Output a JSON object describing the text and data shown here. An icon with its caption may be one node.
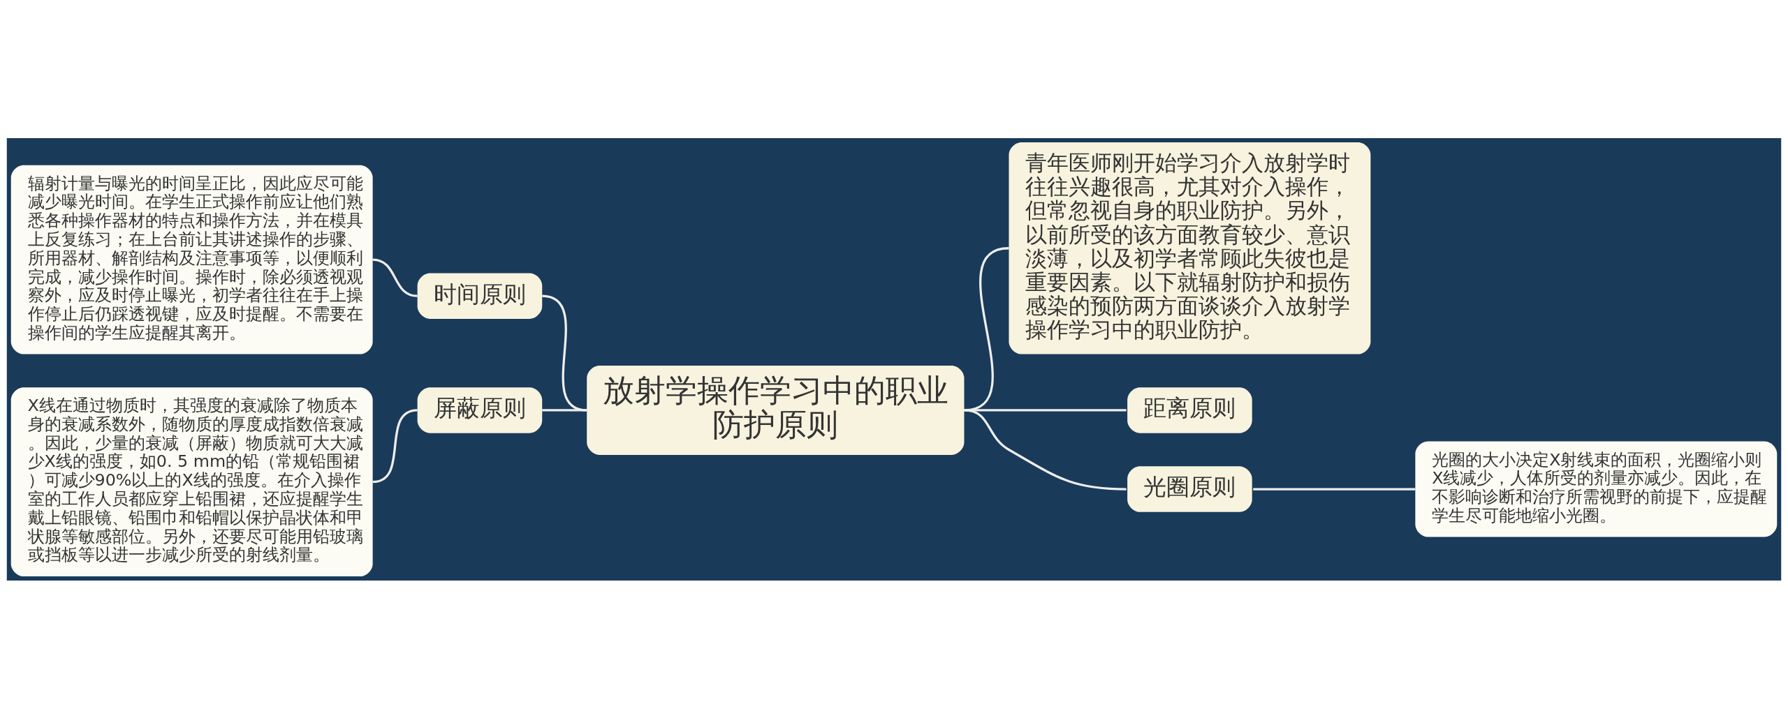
{
  "diagram": {
    "nodes": [
      {
        "text": [
          "放射学操作学习中的职业防护原则"
        ]
      },
      {
        "text": [
          "时间原则"
        ]
      },
      {
        "text": [
          "辐射计量与曝光的时间呈正比，因此应尽可能减少曝光时间。在学生正式操作前应让他们熟悉各种操作器材的特点和操作方法，并在模具上反复练习；在上台前让其讲述操作的步骤、所用器材、解剖结构及注意事项等，以便顺利完成，减少操作时间。操作时，除必须透视观察外，应及时停止曝光，初学者往往在手上操作停止后仍踩透视键，应及时提醒。不需要在操作间的学生应提醒其离开。"
        ]
      },
      {
        "text": [
          "屏蔽原则"
        ]
      },
      {
        "text": [
          "X线在通过物质时，其强度的衰减除了物质本身的衰减系数外，随物质的厚度成指数倍衰减。因此，少量的衰减（屏蔽）物质就可大大减少X线的强度，如0. 5 mm的铅（常规铅围裙）可减少90%以上的X线的强度。在介入操作室的工作人员都应穿上铅围裙，还应提醒学生戴上铅眼镜、铅围巾和铅帽以保护晶状体和甲状腺等敏感部位。另外，还要尽可能用铅玻璃或挡板等以进一步减少所受的射线剂量。"
        ]
      },
      {
        "text": [
          "青年医师刚开始学习介入放射学时往往兴趣很高，尤其对介入操作，但常忽视自身的职业防护。另外，以前所受的该方面教育较少、意识淡薄，以及初学者常顾此失彼也是重要因素。以下就辐射防护和损伤感染的预防两方面谈谈介入放射学操作学习中的职业防护。"
        ]
      },
      {
        "text": [
          "距离原则"
        ]
      },
      {
        "text": [
          "光圈原则"
        ]
      },
      {
        "text": [
          "光圈的大小决定X射线束的面积，光圈缩小则X线减少，人体所受的剂量亦减少。因此，在不影响诊断和治疗所需视野的前提下，应提醒学生尽可能地缩小光圈。"
        ]
      }
    ],
    "edges": [
      {
        "from": 0,
        "to": 1,
        "arrow": "none"
      },
      {
        "from": 1,
        "to": 2,
        "arrow": "none"
      },
      {
        "from": 0,
        "to": 3,
        "arrow": "none"
      },
      {
        "from": 3,
        "to": 4,
        "arrow": "none"
      },
      {
        "from": 0,
        "to": 5,
        "arrow": "none"
      },
      {
        "from": 0,
        "to": 6,
        "arrow": "none"
      },
      {
        "from": 0,
        "to": 7,
        "arrow": "none"
      },
      {
        "from": 7,
        "to": 8,
        "arrow": "none"
      }
    ]
  }
}
